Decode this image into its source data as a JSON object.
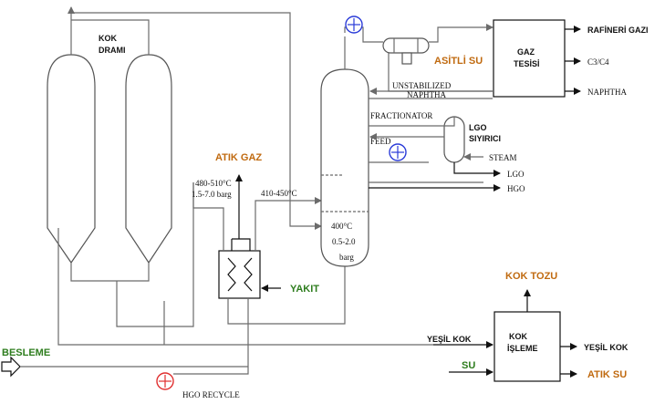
{
  "labels": {
    "coke_drum": [
      "KOK",
      "DRAMI"
    ],
    "waste_gas": "ATIK GAZ",
    "furnace_inlet_cond": [
      "480-510°C",
      "1.5-7.0 barg"
    ],
    "transfer_temp": "410-450°C",
    "fuel": "YAKIT",
    "sour_water": "ASİTLİ SU",
    "gas_plant": [
      "GAZ",
      "TESİSİ"
    ],
    "refinery_gas": "RAFİNERİ GAZI",
    "c3c4": "C3/C4",
    "naphtha": "NAPHTHA",
    "unstab_naphtha": [
      "UNSTABILIZED",
      "NAPHTHA"
    ],
    "fractionator": "FRACTIONATOR",
    "feed": "FEED",
    "lgo_stripper": [
      "LGO",
      "SIYIRICI"
    ],
    "steam": "STEAM",
    "lgo": "LGO",
    "hgo": "HGO",
    "fractionator_cond": [
      "400°C",
      "0.5-2.0",
      "barg"
    ],
    "coke_dust": "KOK TOZU",
    "green_coke": "YEŞİL KOK",
    "coke_processing": [
      "KOK",
      "İŞLEME"
    ],
    "green_coke_out": "YEŞİL KOK",
    "water": "SU",
    "waste_water": "ATIK SU",
    "feed_in": "BESLEME",
    "hgo_recycle": "HGO RECYCLE"
  },
  "colors": {
    "orange": "#c06a10",
    "green": "#2e7d1e",
    "pump_blue": "#2a3bd8",
    "pump_red": "#e03030"
  }
}
